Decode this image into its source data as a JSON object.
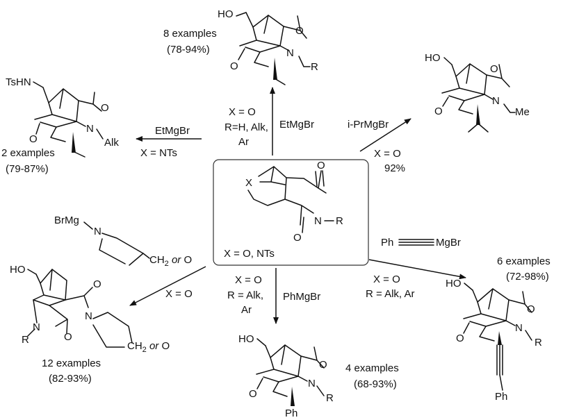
{
  "colors": {
    "ink": "#111111",
    "background": "#ffffff"
  },
  "center": {
    "x_label": "X",
    "n_label": "N",
    "r_label": "R",
    "o_top": "O",
    "o_bottom": "O",
    "caption": "X = O, NTs"
  },
  "top": {
    "oh": "HO",
    "o_carbonyl": "O",
    "n": "N",
    "r": "R",
    "o_ring": "O",
    "examples": "8 examples",
    "yield": "(78-94%)",
    "reagent": "EtMgBr",
    "cond1": "X = O",
    "cond2": "R=H, Alk,",
    "cond3": "Ar"
  },
  "upper_left": {
    "tshn": "TsHN",
    "o_carbonyl": "O",
    "n": "N",
    "alk": "Alk",
    "o_ring": "O",
    "examples": "2 examples",
    "yield": "(79-87%)",
    "reagent": "EtMgBr",
    "cond1": "X = NTs"
  },
  "upper_right": {
    "oh": "HO",
    "o_carbonyl": "O",
    "n": "N",
    "me": "Me",
    "o_ring": "O",
    "reagent": "i-PrMgBr",
    "cond1": "X = O",
    "yield": "92%"
  },
  "lower_left": {
    "reagent_brmg": "BrMg",
    "reagent_n": "N",
    "reagent_tail": "CH",
    "reagent_sub": "2",
    "reagent_or": "or",
    "reagent_o": "O",
    "cond1": "X = O",
    "oh": "HO",
    "o1": "O",
    "n_amide": "N",
    "o_lactam": "O",
    "n_lactam": "N",
    "r": "R",
    "tail": "CH",
    "tail_sub": "2",
    "tail_or": "or",
    "tail_o": "O",
    "examples": "12 examples",
    "yield": "(82-93%)"
  },
  "bottom": {
    "cond1": "X = O",
    "cond2": "R = Alk,",
    "cond3": "Ar",
    "reagent": "PhMgBr",
    "oh": "HO",
    "o_carbonyl": "O",
    "n": "N",
    "r": "R",
    "o_ring": "O",
    "ph": "Ph",
    "examples": "4 examples",
    "yield": "(68-93%)"
  },
  "lower_right": {
    "reagent_ph": "Ph",
    "reagent_mgbr": "MgBr",
    "cond1": "X = O",
    "cond2": "R = Alk, Ar",
    "examples": "6 examples",
    "yield": "(72-98%)",
    "oh": "HO",
    "o_carbonyl": "O",
    "n": "N",
    "r": "R",
    "o_ring": "O",
    "ph": "Ph"
  }
}
